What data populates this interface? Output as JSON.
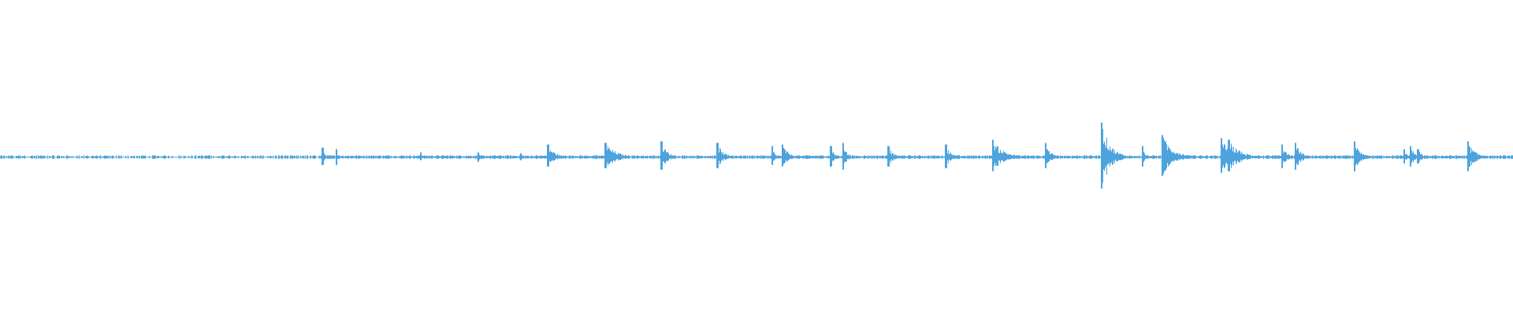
{
  "waveform": {
    "color": "#4da3dd",
    "background": "#ffffff",
    "amplitude_range": [
      -1,
      1
    ],
    "duration_fraction": [
      0,
      1
    ],
    "baseline_noise": 0.012,
    "quiet_segment_end": 0.21,
    "transients": [
      {
        "t": 0.213,
        "up": 0.06,
        "down": 0.05,
        "tail": 0.004
      },
      {
        "t": 0.222,
        "up": 0.05,
        "down": 0.05,
        "tail": 0.003
      },
      {
        "t": 0.278,
        "up": 0.03,
        "down": 0.02,
        "tail": 0.003
      },
      {
        "t": 0.316,
        "up": 0.03,
        "down": 0.03,
        "tail": 0.003
      },
      {
        "t": 0.344,
        "up": 0.025,
        "down": 0.02,
        "tail": 0.003
      },
      {
        "t": 0.362,
        "up": 0.08,
        "down": 0.06,
        "tail": 0.012
      },
      {
        "t": 0.4,
        "up": 0.09,
        "down": 0.07,
        "tail": 0.02
      },
      {
        "t": 0.437,
        "up": 0.1,
        "down": 0.08,
        "tail": 0.01
      },
      {
        "t": 0.474,
        "up": 0.09,
        "down": 0.07,
        "tail": 0.01
      },
      {
        "t": 0.51,
        "up": 0.07,
        "down": 0.05,
        "tail": 0.004
      },
      {
        "t": 0.517,
        "up": 0.08,
        "down": 0.06,
        "tail": 0.01
      },
      {
        "t": 0.549,
        "up": 0.07,
        "down": 0.06,
        "tail": 0.005
      },
      {
        "t": 0.557,
        "up": 0.09,
        "down": 0.08,
        "tail": 0.006
      },
      {
        "t": 0.587,
        "up": 0.07,
        "down": 0.06,
        "tail": 0.008
      },
      {
        "t": 0.625,
        "up": 0.08,
        "down": 0.07,
        "tail": 0.008
      },
      {
        "t": 0.656,
        "up": 0.11,
        "down": 0.09,
        "tail": 0.02
      },
      {
        "t": 0.691,
        "up": 0.09,
        "down": 0.07,
        "tail": 0.008
      },
      {
        "t": 0.728,
        "up": 0.22,
        "down": 0.2,
        "tail": 0.015
      },
      {
        "t": 0.755,
        "up": 0.07,
        "down": 0.06,
        "tail": 0.004
      },
      {
        "t": 0.768,
        "up": 0.14,
        "down": 0.12,
        "tail": 0.02
      },
      {
        "t": 0.807,
        "up": 0.12,
        "down": 0.1,
        "tail": 0.02
      },
      {
        "t": 0.812,
        "up": 0.11,
        "down": 0.09,
        "tail": 0.02
      },
      {
        "t": 0.847,
        "up": 0.08,
        "down": 0.07,
        "tail": 0.008
      },
      {
        "t": 0.856,
        "up": 0.09,
        "down": 0.08,
        "tail": 0.01
      },
      {
        "t": 0.895,
        "up": 0.1,
        "down": 0.09,
        "tail": 0.01
      },
      {
        "t": 0.928,
        "up": 0.05,
        "down": 0.04,
        "tail": 0.004
      },
      {
        "t": 0.932,
        "up": 0.07,
        "down": 0.06,
        "tail": 0.008
      },
      {
        "t": 0.937,
        "up": 0.05,
        "down": 0.04,
        "tail": 0.006
      },
      {
        "t": 0.97,
        "up": 0.1,
        "down": 0.09,
        "tail": 0.012
      }
    ]
  }
}
